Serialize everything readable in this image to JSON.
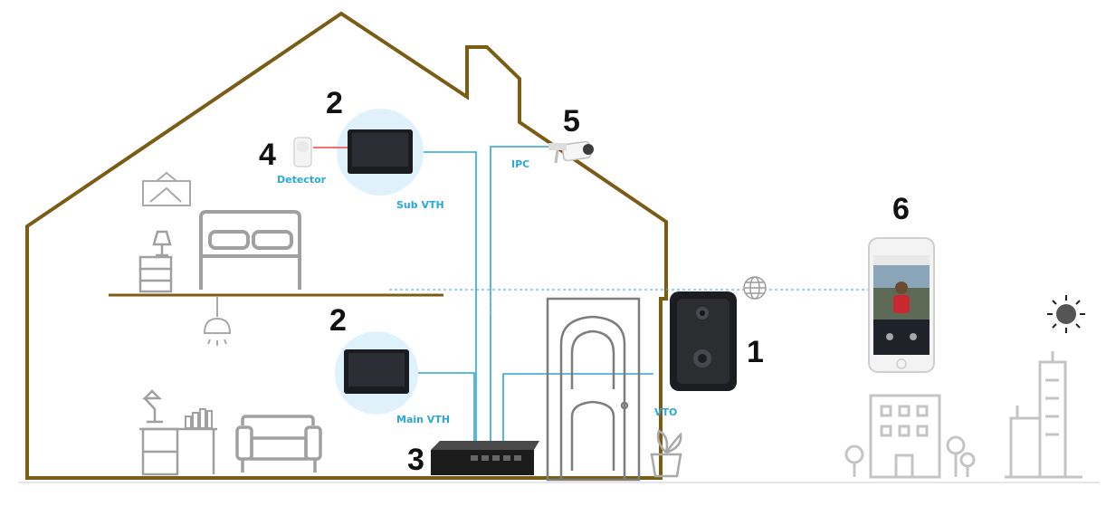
{
  "colors": {
    "house_outline": "#7a5c14",
    "wire": "#29a6d8",
    "wire_dashed": "#5bb8de",
    "detector_link": "#e8474c",
    "label": "#2aa9d8",
    "monitor_halo": "#dff2fb",
    "gray_icon": "#a9a9a9",
    "device_dark": "#1b1c1f"
  },
  "labels": {
    "detector": "Detector",
    "sub_vth": "Sub VTH",
    "ipc": "IPC",
    "main_vth": "Main VTH",
    "vto": "VTO"
  },
  "numbers": {
    "vto_number": "1",
    "sub_vth_number": "2",
    "main_vth_number": "2",
    "switch_number": "3",
    "detector_number": "4",
    "ipc_number": "5",
    "phone_number": "6"
  },
  "icons": {
    "globe": "globe-icon",
    "sun": "sun-icon",
    "phone": "smartphone-icon",
    "camera": "ip-camera-icon",
    "door": "door-icon",
    "bed": "bed-icon",
    "sofa": "sofa-icon",
    "lamp": "ceiling-lamp-icon",
    "building": "office-building-icon",
    "tower": "tower-building-icon"
  }
}
